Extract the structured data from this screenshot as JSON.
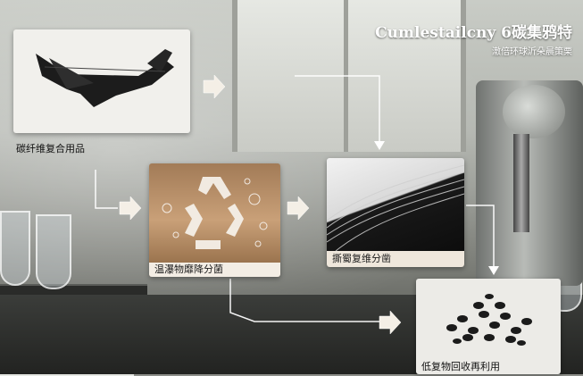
{
  "header": {
    "title": "Cumlestailcny 6碳集鸦特",
    "subtitle": "澈倍环球沂朵晨策栗"
  },
  "cards": [
    {
      "id": "plane",
      "label": "碳纤维复合用品",
      "icon": "airplane-icon"
    },
    {
      "id": "recycle",
      "label": "温瀑物靡降分菌",
      "icon": "recycle-icon"
    },
    {
      "id": "fiber",
      "label": "撕蜀复维分凿",
      "icon": "carbon-fiber-icon"
    },
    {
      "id": "pellets",
      "label": "低复物回收再利用",
      "icon": "pellets-icon"
    }
  ],
  "colors": {
    "arrow": "#ffffff",
    "recycle_symbol": "#f5f0e8",
    "label_bg": "#efe7dc"
  }
}
